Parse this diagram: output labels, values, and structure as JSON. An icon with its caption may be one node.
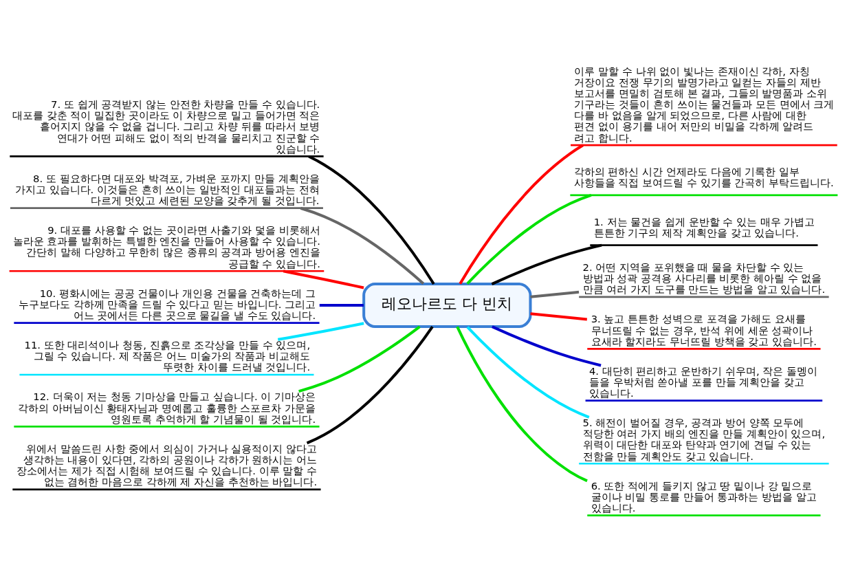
{
  "diagram": {
    "nodes": [
      {
        "text": [
          "레오나르도 다 빈치"
        ]
      },
      {
        "text": [
          "이루 말할 수 나위 없이 빛나는 존재이신 각하, 자칭 거장이요 전쟁 무기의 발명가라고 일컫는 자들의 제반 보고서를 면밀히 검토해 본 결과, 그들의 발명품과 소위 기구라는 것들이 흔히 쓰이는 물건들과 모든 면에서 크게 다를 바 없음을 알게 되었으므로, 다른 사람에 대한 편견 없이 용기를 내어 저만의 비밀을 각하께 알려드 려고 합니다."
        ]
      },
      {
        "text": [
          "각하의 편하신 시간 언제라도 다음에 기록한 일부 사항들을 직접 보여드릴 수 있기를 간곡히 부탁드립니다."
        ]
      },
      {
        "text": [
          "1. 저는 물건을 쉽게 운반할 수 있는 매우 가볍고 튼튼한 기구의 제작 계획안을 갖고 있습니다."
        ]
      },
      {
        "text": [
          "2. 어떤 지역을 포위했을 때 물을 차단할 수 있는 방법과 성곽 공격용 사다리를 비롯한 헤아릴 수 없을 만큼 여러 가지 도구를 만드는 방법을 알고 있습니다."
        ]
      },
      {
        "text": [
          "3. 높고 튼튼한 성벽으로 포격을 가해도 요새를 무너뜨릴 수 없는 경우, 반석 위에 세운 성곽이나 요새라 할지라도 무너뜨릴 방책을 갖고 있습니다."
        ]
      },
      {
        "text": [
          "4. 대단히 편리하고 운반하기 쉬우며, 작은 돌멩이 들을 우박처럼 쏟아낼 포를 만들 계획안을 갖고 있습니다."
        ]
      },
      {
        "text": [
          "5. 해전이 벌어질 경우, 공격과 방어 양쪽 모두에 적당한 여러 가지 배의 엔진을 만들 계획안이 있으며, 위력이 대단한 대포와 탄약과 연기에 견딜 수 있는 전함을 만들 계획안도 갖고 있습니다."
        ]
      },
      {
        "text": [
          "6. 또한 적에게 들키지 않고 땅 밑이나 강 밑으로 굴이나 비밀 통로를 만들어 통과하는 방법을 알고 있습니다."
        ]
      },
      {
        "text": [
          "7. 또 쉽게 공격받지 않는 안전한 차량을 만들 수 있습니다. 대포를 갖춘 적이 밀집한 곳이라도 이 차량으로 밀고 들어가면 적은 흩어지지 않을 수 없을 겁니다. 그리고 차량 뒤를 따라서 보병 연대가 어떤 피해도 없이 적의 반격을 물리치고 진군할 수 있습니다."
        ]
      },
      {
        "text": [
          "8. 또 필요하다면 대포와 박격포, 가벼운 포까지 만들 계획안을 가지고 있습니다. 이것들은 흔히 쓰이는 일반적인 대포들과는 전혀 다르게 멋있고 세련된 모양을 갖추게 될 것입니다."
        ]
      },
      {
        "text": [
          "9. 대포를 사용할 수 없는 곳이라면 사출기와 덫을 비롯해서 놀라운 효과를 발휘하는 특별한 엔진을 만들어 사용할 수 있습니다. 간단히 말해 다양하고 무한히 많은 종류의 공격과 방어용 엔진을 공급할 수 있습니다."
        ]
      },
      {
        "text": [
          "10. 평화시에는 공공 건물이나 개인용 건물을 건축하는데 그 누구보다도 각하께 만족을 드릴 수 있다고 믿는 바입니다. 그리고 어느 곳에서든 다른 곳으로 물길을 낼 수도 있습니다."
        ]
      },
      {
        "text": [
          "11. 또한 대리석이나 청동, 진흙으로 조각상을 만들 수 있으며, 그릴 수 있습니다. 제 작품은 어느 미술가의 작품과 비교해도 뚜렷한 차이를 드러낼 것입니다."
        ]
      },
      {
        "text": [
          "12. 더욱이 저는 청동 기마상을 만들고 싶습니다. 이 기마상은 각하의 아버님이신 황태자님과 명예롭고 훌륭한 스포르차 가문을 영원토록 추억하게 할 기념물이 될 것입니다."
        ]
      },
      {
        "text": [
          "위에서 말씀드린 사항 중에서 의심이 가거나 실용적이지 않다고 생각하는 내용이 있다면, 각하의 공원이나 각하가 원하시는 어느 장소에서는 제가 직접 시험해 보여드릴 수 있습니다. 이루 말할 수 없는 겸허한 마음으로 각하께 제 자신을 추천하는 바입니다."
        ]
      }
    ],
    "edges": [
      {
        "from": 0,
        "to": 1,
        "arrow": "none",
        "color": "#ff0000"
      },
      {
        "from": 0,
        "to": 2,
        "arrow": "none",
        "color": "#00e000"
      },
      {
        "from": 0,
        "to": 3,
        "arrow": "none",
        "color": "#000000"
      },
      {
        "from": 0,
        "to": 4,
        "arrow": "none",
        "color": "#666666"
      },
      {
        "from": 0,
        "to": 5,
        "arrow": "none",
        "color": "#ff0000"
      },
      {
        "from": 0,
        "to": 6,
        "arrow": "none",
        "color": "#0000cc"
      },
      {
        "from": 0,
        "to": 7,
        "arrow": "none",
        "color": "#00e5ff"
      },
      {
        "from": 0,
        "to": 8,
        "arrow": "none",
        "color": "#00e000"
      },
      {
        "from": 9,
        "to": 0,
        "arrow": "none",
        "color": "#000000"
      },
      {
        "from": 10,
        "to": 0,
        "arrow": "none",
        "color": "#666666"
      },
      {
        "from": 11,
        "to": 0,
        "arrow": "none",
        "color": "#ff0000"
      },
      {
        "from": 12,
        "to": 0,
        "arrow": "none",
        "color": "#0000cc"
      },
      {
        "from": 13,
        "to": 0,
        "arrow": "none",
        "color": "#00e5ff"
      },
      {
        "from": 14,
        "to": 0,
        "arrow": "none",
        "color": "#00e000"
      },
      {
        "from": 15,
        "to": 0,
        "arrow": "none",
        "color": "#000000"
      }
    ]
  }
}
